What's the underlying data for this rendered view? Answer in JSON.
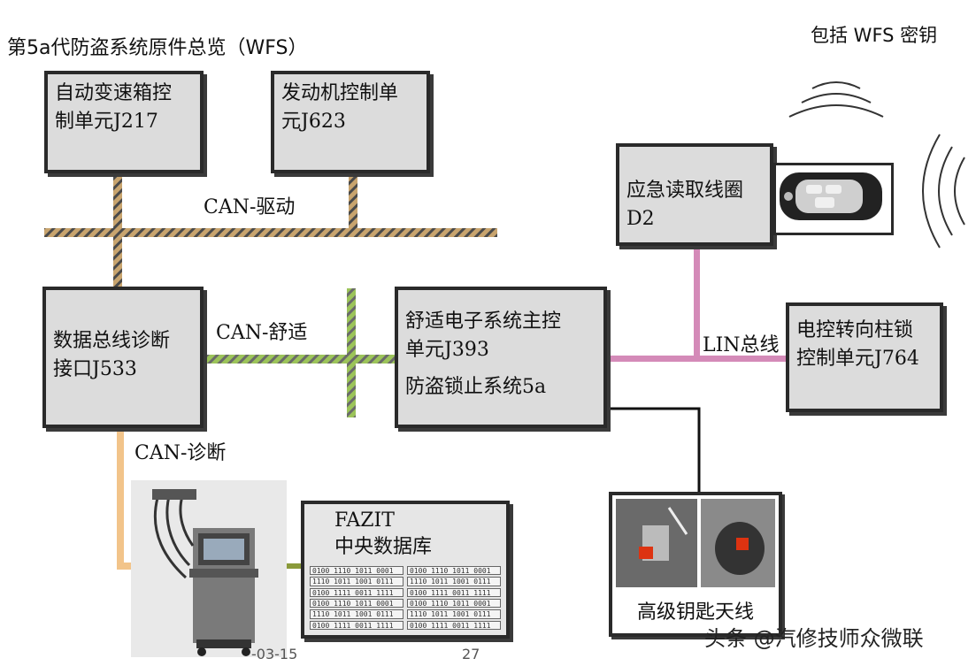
{
  "title": "第5a代防盗系统原件总览（WFS）",
  "subtitle": "包括 WFS 密钥",
  "boxes": {
    "j217": [
      "自动变速箱控",
      "制单元J217"
    ],
    "j623": [
      "发动机控制单",
      "元J623"
    ],
    "d2": [
      "应急读取线圈",
      "D2"
    ],
    "j533": [
      "数据总线诊断",
      "接口J533"
    ],
    "j393": [
      "舒适电子系统主控",
      "单元J393",
      "防盗锁止系统5a"
    ],
    "j764": [
      "电控转向柱锁",
      "控制单元J764"
    ]
  },
  "bus_labels": {
    "can_drive": "CAN-驱动",
    "can_comfort": "CAN-舒适",
    "can_diag": "CAN-诊断",
    "lin": "LIN总线"
  },
  "fazit": {
    "line1": "FAZIT",
    "line2": "中央数据库",
    "data": [
      "0100 1110 1011 0001",
      "0100 1110 1011 0001",
      "1110 1011 1001 0111",
      "1110 1011 1001 0111",
      "0100 1111 0011 1111",
      "0100 1111 0011 1111",
      "0100 1110 1011 0001",
      "0100 1110 1011 0001",
      "1110 1011 1001 0111",
      "1110 1011 1001 0111",
      "0100 1111 0011 1111",
      "0100 1111 0011 1111"
    ]
  },
  "antenna_label": "高级钥匙天线",
  "footer": {
    "date": "-03-15",
    "page": "27"
  },
  "watermark": "头条 @汽修技师众微联",
  "colors": {
    "can_drive": "#c8a46e",
    "can_comfort": "#9cc45a",
    "lin": "#d48ab8",
    "diag": "#f2c48a",
    "fazit_link": "#8a9a3a",
    "box_fill": "#dcdcdc"
  }
}
